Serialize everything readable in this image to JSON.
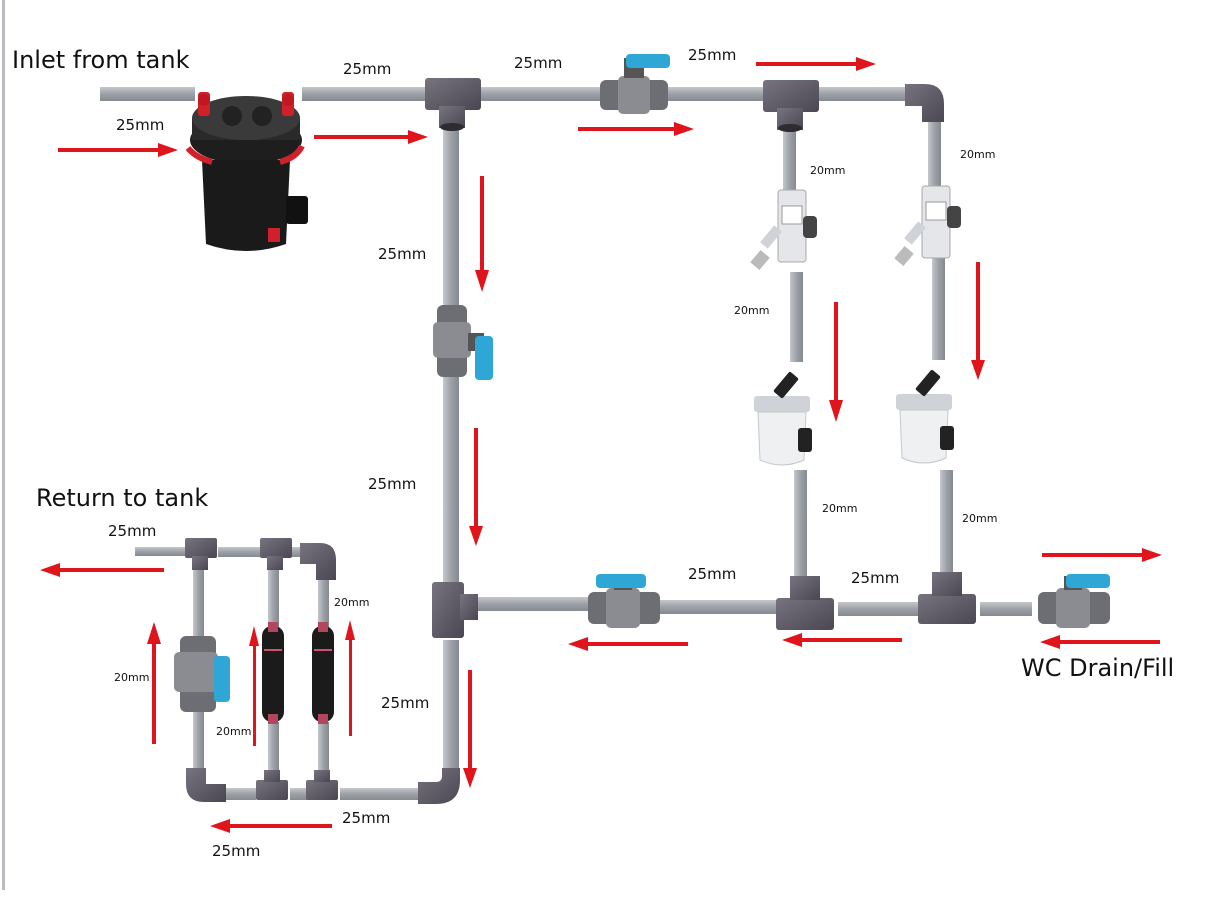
{
  "labels": {
    "inlet": "Inlet from tank",
    "return": "Return to tank",
    "wc": "WC Drain/Fill"
  },
  "pipe_sizes": {
    "s25": "25mm",
    "s20": "20mm"
  },
  "colors": {
    "pipe": "#a3a7ad",
    "fitting": "#5f5c66",
    "valve_handle": "#2ea6d6",
    "arrow": "#e0141b",
    "canister": "#222222",
    "canister_accent": "#d0202a"
  },
  "icons": [
    "canister-filter-icon",
    "ball-valve-icon",
    "tee-fitting-icon",
    "elbow-fitting-icon",
    "co2-reactor-icon",
    "uv-sterilizer-icon",
    "prefilter-icon"
  ]
}
